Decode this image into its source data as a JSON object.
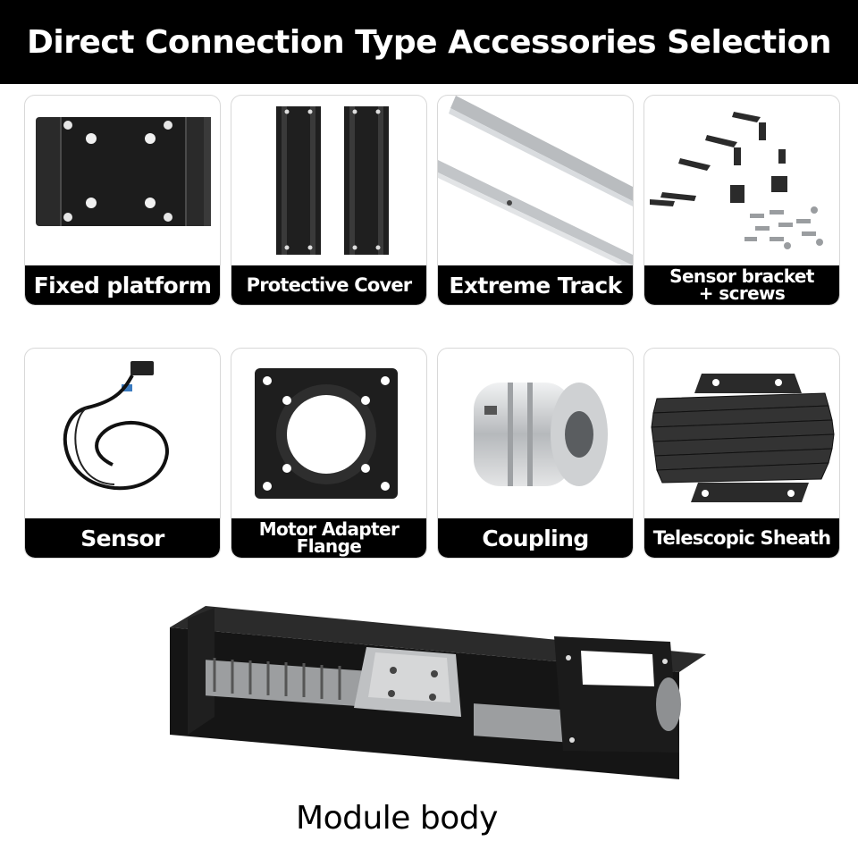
{
  "header": {
    "title": "Direct Connection Type Accessories Selection"
  },
  "accessories": [
    {
      "label": "Fixed platform",
      "icon": "fixed-platform-icon"
    },
    {
      "label": "Protective Cover",
      "icon": "protective-cover-icon"
    },
    {
      "label": "Extreme Track",
      "icon": "extreme-track-icon"
    },
    {
      "label_lines": [
        "Sensor bracket",
        "+ screws"
      ],
      "icon": "sensor-bracket-screws-icon"
    },
    {
      "label": "Sensor",
      "icon": "sensor-icon"
    },
    {
      "label_lines": [
        "Motor Adapter",
        "Flange"
      ],
      "icon": "motor-adapter-flange-icon"
    },
    {
      "label": "Coupling",
      "icon": "coupling-icon"
    },
    {
      "label": "Telescopic Sheath",
      "icon": "telescopic-sheath-icon"
    }
  ],
  "module": {
    "caption": "Module body",
    "icon": "linear-module-icon"
  },
  "colors": {
    "header_bg": "#000000",
    "label_bg": "#000000",
    "label_text": "#ffffff",
    "card_border": "#d8d8d8"
  }
}
